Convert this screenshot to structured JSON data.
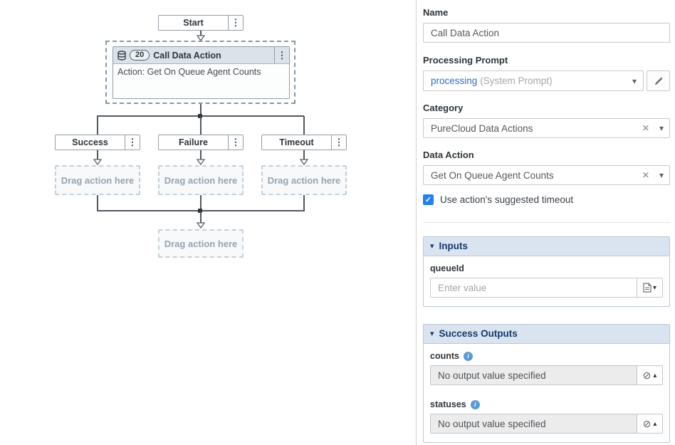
{
  "colors": {
    "accent_blue": "#2680eb",
    "link_blue": "#2f6bce",
    "section_title_navy": "#17386b",
    "section_header_bg": "#dae4f0",
    "node_header_bg": "#dbe2e9",
    "connector_gray": "#51585e"
  },
  "icons": {
    "kebab": "⋮",
    "caret_down": "▾",
    "caret_up": "▴",
    "clear": "✕",
    "no_value": "⊘",
    "info": "i",
    "check": "✓"
  },
  "canvas": {
    "start_node": {
      "label": "Start"
    },
    "action_node": {
      "badge": "20",
      "title": "Call Data Action",
      "description": "Action: Get On Queue Agent Counts"
    },
    "branches": [
      {
        "label": "Success",
        "placeholder": "Drag action here"
      },
      {
        "label": "Failure",
        "placeholder": "Drag action here"
      },
      {
        "label": "Timeout",
        "placeholder": "Drag action here"
      }
    ],
    "merge_placeholder": "Drag action here"
  },
  "panel": {
    "name": {
      "label": "Name",
      "value": "Call Data Action"
    },
    "processing_prompt": {
      "label": "Processing Prompt",
      "value": "processing",
      "suffix": "(System Prompt)"
    },
    "category": {
      "label": "Category",
      "value": "PureCloud Data Actions"
    },
    "data_action": {
      "label": "Data Action",
      "value": "Get On Queue Agent Counts"
    },
    "timeout_checkbox": {
      "label": "Use action's suggested timeout",
      "checked": true
    },
    "inputs_section": {
      "title": "Inputs",
      "fields": [
        {
          "label": "queueId",
          "placeholder": "Enter value"
        }
      ]
    },
    "success_outputs_section": {
      "title": "Success Outputs",
      "fields": [
        {
          "label": "counts",
          "value": "No output value specified"
        },
        {
          "label": "statuses",
          "value": "No output value specified"
        }
      ]
    }
  }
}
